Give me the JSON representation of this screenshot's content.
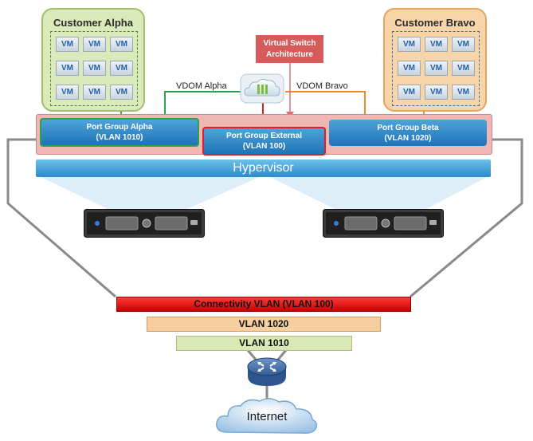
{
  "customers": {
    "alpha": {
      "title": "Customer Alpha",
      "vm_label": "VM"
    },
    "bravo": {
      "title": "Customer Bravo",
      "vm_label": "VM"
    }
  },
  "virtual_switch": {
    "label_line1": "Virtual Switch",
    "label_line2": "Architecture"
  },
  "vdom": {
    "alpha": "VDOM Alpha",
    "bravo": "VDOM Bravo"
  },
  "port_groups": {
    "alpha": {
      "name": "Port Group Alpha",
      "vlan": "(VLAN 1010)"
    },
    "external": {
      "name": "Port Group External",
      "vlan": "(VLAN 100)"
    },
    "beta": {
      "name": "Port Group Beta",
      "vlan": "(VLAN 1020)"
    }
  },
  "hypervisor": {
    "label": "Hypervisor"
  },
  "vlans": {
    "connectivity": "Connectivity VLAN (VLAN 100)",
    "v1020": "VLAN 1020",
    "v1010": "VLAN 1010"
  },
  "internet": {
    "label": "Internet"
  },
  "colors": {
    "alpha_link": "#2fa14a",
    "external_link": "#d8202a",
    "bravo_link": "#f08a2a",
    "trunk": "#8a8a8a"
  }
}
